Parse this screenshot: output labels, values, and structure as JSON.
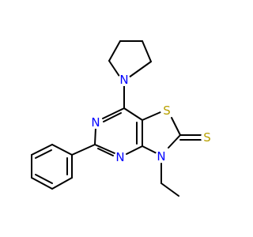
{
  "molecule": {
    "atom_labels": {
      "n_pyrrolidine": "N",
      "n_pyrimidine_upper": "N",
      "n_pyrimidine_lower": "N",
      "n_thiazole": "N",
      "s_ring": "S",
      "s_thione": "S"
    },
    "colors": {
      "bond": "#000000",
      "nitrogen": "#0000ff",
      "sulfur": "#b8a000",
      "background": "#ffffff"
    }
  }
}
